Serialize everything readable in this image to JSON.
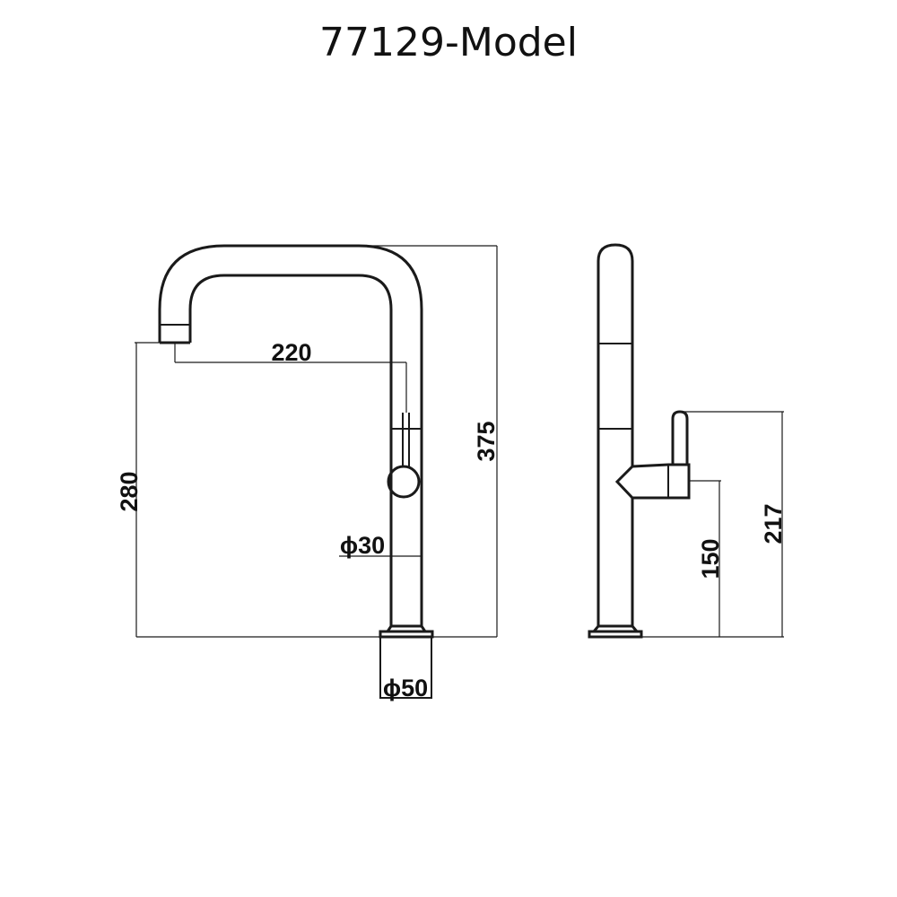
{
  "title": "77129-Model",
  "dimensions": {
    "spout_reach": "220",
    "spout_height": "280",
    "total_height": "375",
    "body_diameter": "ϕ30",
    "base_diameter": "ϕ50",
    "handle_height": "150",
    "handle_top_height": "217"
  }
}
